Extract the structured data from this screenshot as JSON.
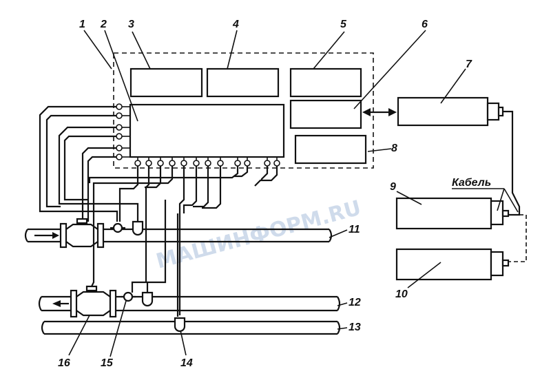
{
  "labels": {
    "n1": "1",
    "n2": "2",
    "n3": "3",
    "n4": "4",
    "n5": "5",
    "n6": "6",
    "n7": "7",
    "n8": "8",
    "n9": "9",
    "n10": "10",
    "n11": "11",
    "n12": "12",
    "n13": "13",
    "n14": "14",
    "n15": "15",
    "n16": "16",
    "cable": "Кабель"
  },
  "watermark": "МАШИНФОРМ.RU"
}
